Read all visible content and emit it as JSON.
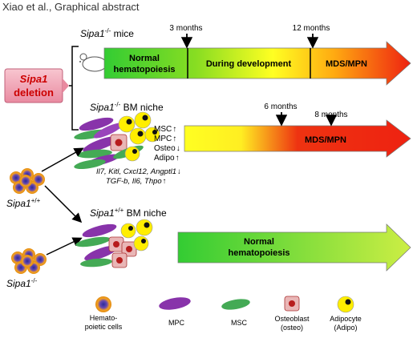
{
  "header": "Xiao et al.,  Graphical abstract",
  "deletion_box": {
    "gene": "Sipa1",
    "label": "deletion"
  },
  "mice_label": {
    "gene": "Sipa1",
    "sup": "-/-",
    "rest": " mice"
  },
  "bm_niche_ko": {
    "gene": "Sipa1",
    "sup": "-/-",
    "rest": " BM niche"
  },
  "bm_niche_wt": {
    "gene": "Sipa1",
    "sup": "+/+",
    "rest": " BM niche"
  },
  "arrow1": {
    "seg1_line1": "Normal",
    "seg1_line2": "hematopoiesis",
    "seg2": "During development",
    "seg3": "MDS/MPN",
    "t1": "3 months",
    "t2": "12 months"
  },
  "arrow2": {
    "label": "MDS/MPN",
    "t1": "6 months",
    "t2": "8 months"
  },
  "arrow3": {
    "line1": "Normal",
    "line2": "hematopoiesis"
  },
  "cell_changes": [
    {
      "name": "MSC",
      "dir": "up"
    },
    {
      "name": "MPC",
      "dir": "up"
    },
    {
      "name": "Osteo",
      "dir": "down"
    },
    {
      "name": "Adipo",
      "dir": "up"
    }
  ],
  "cytokines": {
    "line1": "Il7, Kitl, Cxcl12, Angptl1",
    "line1_dir": "down",
    "line2": "TGF-b, Il6, Thpo",
    "line2_dir": "up"
  },
  "hsc_wt": {
    "gene": "Sipa1",
    "sup": "+/+"
  },
  "hsc_ko": {
    "gene": "Sipa1",
    "sup": "-/-"
  },
  "legend": [
    {
      "id": "hematopoietic",
      "line1": "Hemato-",
      "line2": "poietic cells"
    },
    {
      "id": "mpc",
      "line1": "MPC",
      "line2": ""
    },
    {
      "id": "msc",
      "line1": "MSC",
      "line2": ""
    },
    {
      "id": "osteoblast",
      "line1": "Osteoblast",
      "line2": "(osteo)"
    },
    {
      "id": "adipocyte",
      "line1": "Adipocyte",
      "line2": "(Adipo)"
    }
  ],
  "colors": {
    "green": "#33cc33",
    "yellow": "#ffff22",
    "red": "#ee2211",
    "deletion_fill": "#f2a3b3",
    "deletion_text": "#cc0000",
    "mpc": "#8833aa",
    "msc": "#44aa55",
    "hsc": "#f4a020",
    "hsc_core": "#2a2a9a",
    "osteo": "#e9b6b6",
    "osteo_core": "#b71c1c",
    "adipo": "#ffee00"
  }
}
